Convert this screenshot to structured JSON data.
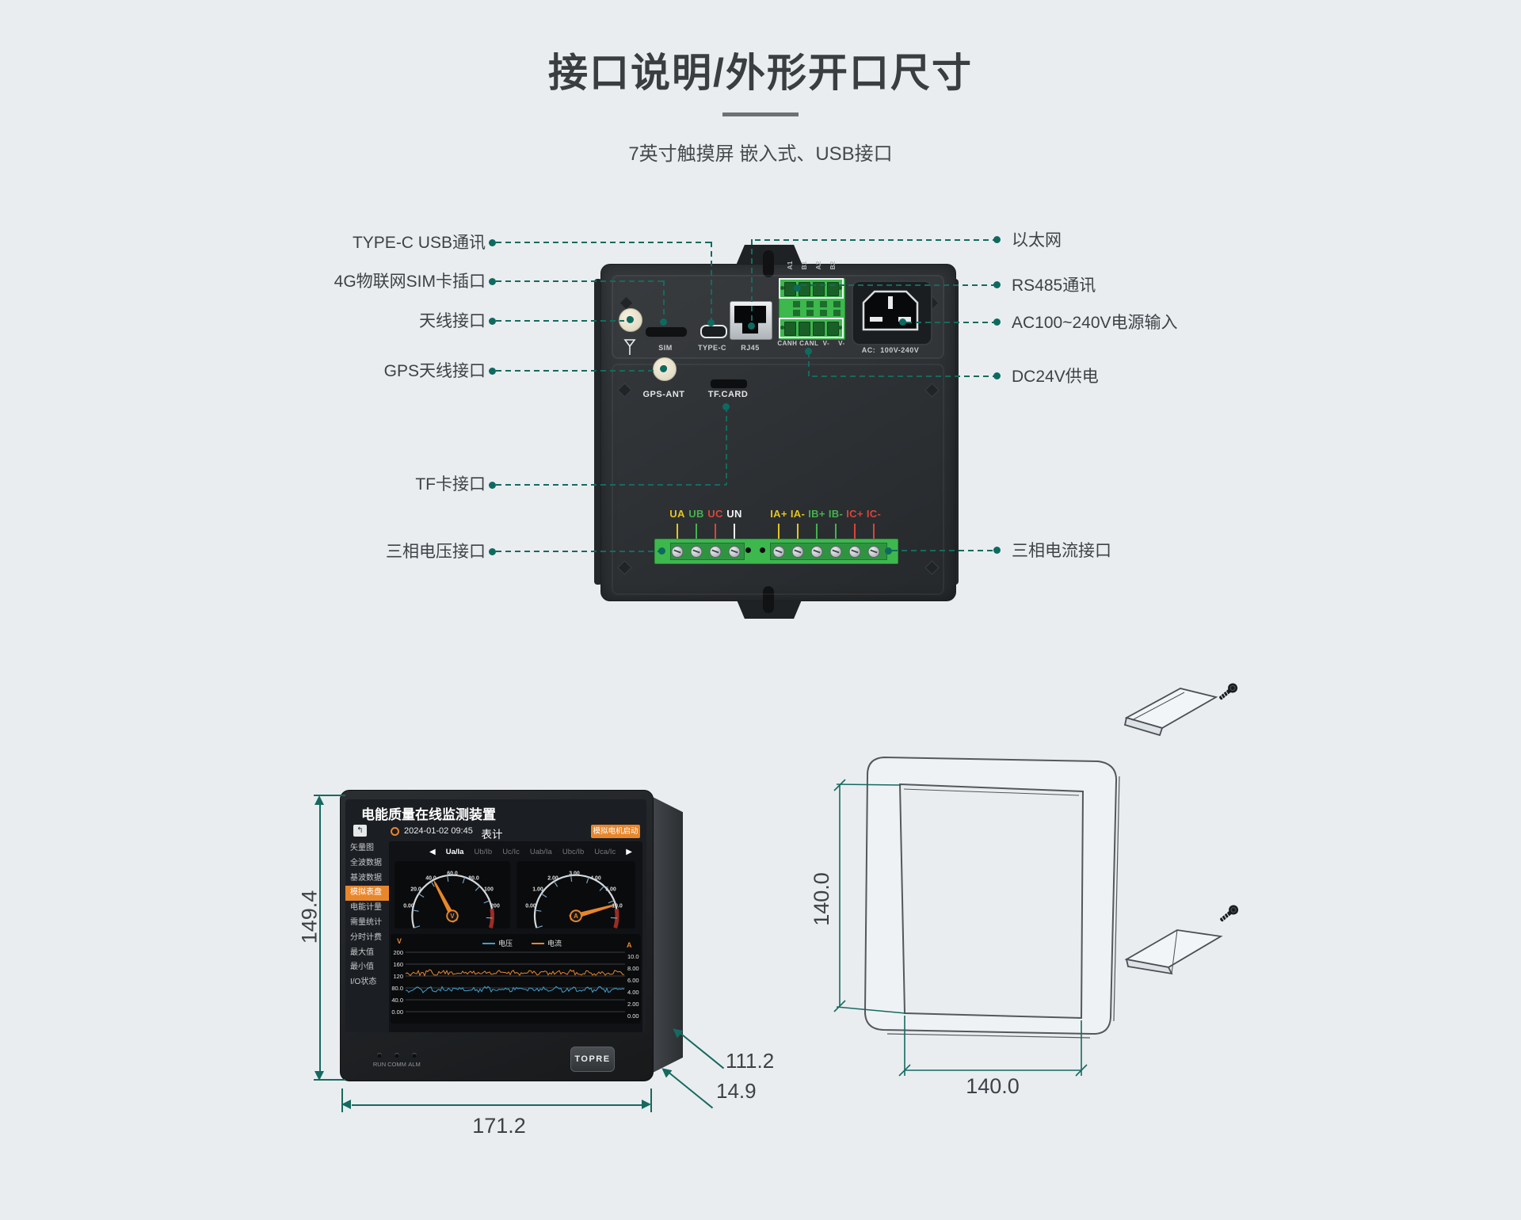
{
  "header": {
    "title": "接口说明/外形开口尺寸",
    "subtitle": "7英寸触摸屏 嵌入式、USB接口"
  },
  "rear_view": {
    "left_labels": [
      "TYPE-C USB通讯",
      "4G物联网SIM卡插口",
      "天线接口",
      "GPS天线接口",
      "TF卡接口",
      "三相电压接口"
    ],
    "right_labels": [
      "以太网",
      "RS485通讯",
      "AC100~240V电源输入",
      "DC24V供电",
      "三相电流接口"
    ],
    "ports": {
      "sim": "SIM",
      "type_c": "TYPE-C",
      "rj45": "RJ45",
      "can_pins": [
        "A1",
        "B1",
        "A2",
        "B2"
      ],
      "can_row": "CANH CANL  V-    V-",
      "ac_inlet": "AC:  100V-240V",
      "gps": "GPS-ANT",
      "tf_card": "TF.CARD"
    },
    "terminals": [
      {
        "label": "UA",
        "color": "#e5c51f"
      },
      {
        "label": "UB",
        "color": "#46b24e"
      },
      {
        "label": "UC",
        "color": "#d8453a"
      },
      {
        "label": "UN",
        "color": "#f2f3f4"
      },
      {
        "label": "IA+",
        "color": "#e5c51f"
      },
      {
        "label": "IA-",
        "color": "#e5c51f"
      },
      {
        "label": "IB+",
        "color": "#46b24e"
      },
      {
        "label": "IB-",
        "color": "#46b24e"
      },
      {
        "label": "IC+",
        "color": "#d8453a"
      },
      {
        "label": "IC-",
        "color": "#d8453a"
      }
    ]
  },
  "screen": {
    "device_title": "电能质量在线监测装置",
    "datetime": "2024-01-02 09:45",
    "page_title": "表计",
    "action_button": "模拟电机启动",
    "sidebar": [
      "矢量图",
      "全波数据",
      "基波数据",
      "模拟表盘",
      "电能计量",
      "需量统计",
      "分时计费",
      "最大值",
      "最小值",
      "I/O状态"
    ],
    "active_index": 3,
    "tabs": [
      "Ua/Ia",
      "Ub/Ib",
      "Uc/Ic",
      "Uab/Ia",
      "Ubc/Ib",
      "Uca/Ic"
    ],
    "gauges": [
      {
        "unit": "V",
        "ticks": [
          "0.00",
          "20.0",
          "40.0",
          "60.0",
          "80.0",
          "100",
          "200"
        ],
        "needle_angle": 118
      },
      {
        "unit": "A",
        "ticks": [
          "0.00",
          "1.00",
          "2.00",
          "3.00",
          "4.00",
          "5.00",
          "10.0"
        ],
        "needle_angle": 16
      }
    ],
    "chart": {
      "left_unit": "V",
      "right_unit": "A",
      "left_ticks": [
        "200",
        "160",
        "120",
        "80.0",
        "40.0",
        "0.00"
      ],
      "right_ticks": [
        "10.0",
        "8.00",
        "6.00",
        "4.00",
        "2.00",
        "0.00"
      ],
      "legend": [
        {
          "label": "电压",
          "color": "#3f9fd0"
        },
        {
          "label": "电流",
          "color": "#e8862b"
        }
      ]
    },
    "leds": [
      "RUN",
      "COMM",
      "ALM"
    ],
    "brand": "TOPRE"
  },
  "dimensions": {
    "front_height": "149.4",
    "front_width": "171.2",
    "depth": "111.2",
    "bezel": "14.9",
    "cutout_h": "140.0",
    "cutout_w": "140.0"
  }
}
